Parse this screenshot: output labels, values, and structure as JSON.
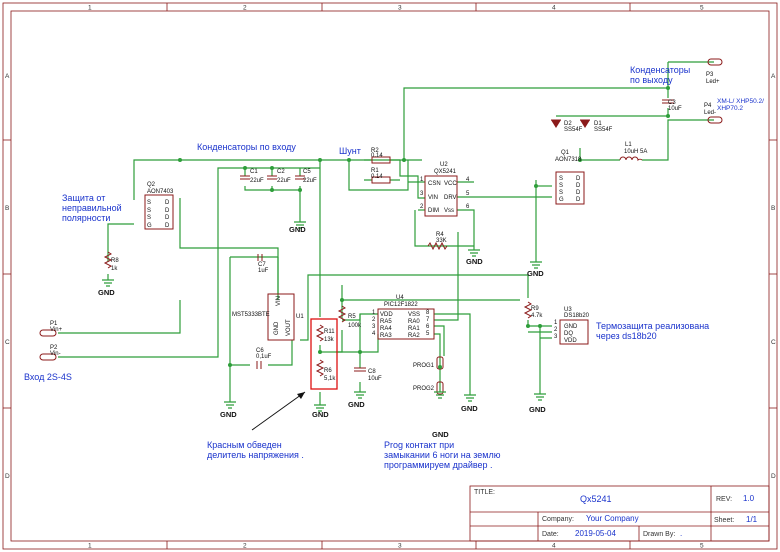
{
  "frame": {
    "columns": [
      "1",
      "2",
      "3",
      "4",
      "5"
    ],
    "rows": [
      "A",
      "B",
      "C",
      "D"
    ]
  },
  "notes": {
    "caps_output": "Конденсаторы\nпо выходу",
    "caps_input": "Конденсаторы по входу",
    "shunt": "Шунт",
    "reverse_protection": "Защита от\nнеправильной\nполярности",
    "input": "Вход 2S-4S",
    "divider": "Красным обведен\nделитель напряжения .",
    "prog": "Prog контакт при\nзамыкании 6 ноги на землю\nпрограммируем драйвер .",
    "thermal": "Термозащита реализована\nчерез ds18b20",
    "led_type": "XM-L/ XHP50.2/\nXHP70.2"
  },
  "components": {
    "q2": {
      "ref": "Q2",
      "value": "AON7403"
    },
    "r8": {
      "ref": "R8",
      "value": "1k"
    },
    "p1": {
      "ref": "P1",
      "value": "Vin+"
    },
    "p2": {
      "ref": "P2",
      "value": "Vin-"
    },
    "c1": {
      "ref": "C1",
      "value": "22uF"
    },
    "c2": {
      "ref": "C2",
      "value": "22uF"
    },
    "c5": {
      "ref": "C5",
      "value": "22uF"
    },
    "c7": {
      "ref": "C7",
      "value": "1uF"
    },
    "c6": {
      "ref": "C6",
      "value": "0,1uF"
    },
    "c8": {
      "ref": "C8",
      "value": "10uF"
    },
    "u1": {
      "ref": "U1",
      "value": "MST5333BTE",
      "pins": [
        "VIN",
        "GND",
        "VOUT"
      ]
    },
    "r2": {
      "ref": "R2",
      "value": "0.14"
    },
    "r1": {
      "ref": "R1",
      "value": "0.14"
    },
    "u2": {
      "ref": "U2",
      "value": "QX5241",
      "pins_left": [
        "CSN",
        "VIN",
        "DIM"
      ],
      "pins_right": [
        "VCC",
        "DRV",
        "Vss"
      ],
      "pin_nums": [
        "1",
        "3",
        "2",
        "4",
        "5",
        "6"
      ]
    },
    "r4": {
      "ref": "R4",
      "value": "33K"
    },
    "r5": {
      "ref": "R5",
      "value": "100k"
    },
    "r11": {
      "ref": "R11",
      "value": "13k"
    },
    "r6": {
      "ref": "R6",
      "value": "5,1k"
    },
    "u4": {
      "ref": "U4",
      "value": "PIC12F1822",
      "pins_left": [
        "VDD",
        "RA5",
        "RA4",
        "RA3"
      ],
      "pins_right": [
        "VSS",
        "RA0",
        "RA1",
        "RA2"
      ],
      "pin_nums_left": [
        "1",
        "2",
        "3",
        "4"
      ],
      "pin_nums_right": [
        "8",
        "7",
        "6",
        "5"
      ]
    },
    "prog1": {
      "ref": "PROG1"
    },
    "prog2": {
      "ref": "PROG2"
    },
    "r9": {
      "ref": "R9",
      "value": "4.7k"
    },
    "u3": {
      "ref": "U3",
      "value": "DS18b20",
      "pins": [
        "GND",
        "DQ",
        "VDD"
      ],
      "pin_nums": [
        "1",
        "2",
        "3"
      ]
    },
    "q1": {
      "ref": "Q1",
      "value": "AON7318"
    },
    "l1": {
      "ref": "L1",
      "value": "10uH 5A"
    },
    "d2": {
      "ref": "D2",
      "value": "SS54F"
    },
    "d1": {
      "ref": "D1",
      "value": "SS54F"
    },
    "c3": {
      "ref": "C3",
      "value": "10uF"
    },
    "p3": {
      "ref": "P3",
      "value": "Led+"
    },
    "p4": {
      "ref": "P4",
      "value": "Led-"
    },
    "mosfet_pins": [
      "S",
      "S",
      "S",
      "G",
      "D",
      "D",
      "D",
      "D"
    ]
  },
  "gnd_label": "GND",
  "title_block": {
    "title_label": "TITLE:",
    "title": "Qx5241",
    "rev_label": "REV:",
    "rev": "1.0",
    "company_label": "Company:",
    "company": "Your Company",
    "sheet_label": "Sheet:",
    "sheet": "1/1",
    "date_label": "Date:",
    "date": "2019-05-04",
    "drawn_label": "Drawn By:",
    "drawn": "."
  }
}
